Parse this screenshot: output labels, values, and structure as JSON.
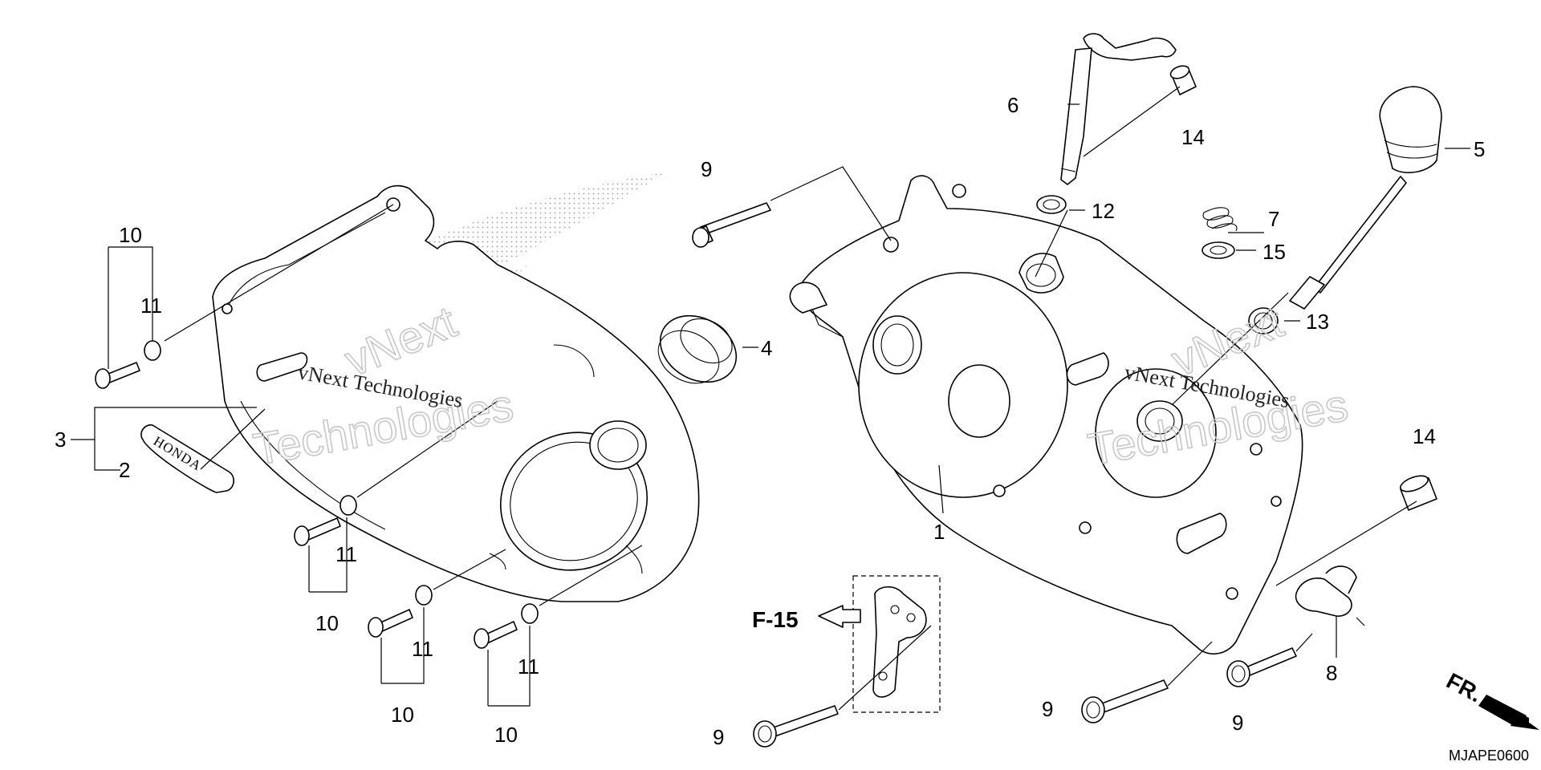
{
  "diagram": {
    "code": "MJAPE0600",
    "reference_label": "F-15",
    "direction_label": "FR.",
    "brand_emblem": "HONDA",
    "watermark": {
      "brand_line1": "vNext",
      "brand_line2": "Technologies",
      "caption": "vNext Technologies"
    },
    "callouts": [
      {
        "id": "c1",
        "text": "1"
      },
      {
        "id": "c2",
        "text": "2"
      },
      {
        "id": "c3",
        "text": "3"
      },
      {
        "id": "c4",
        "text": "4"
      },
      {
        "id": "c5",
        "text": "5"
      },
      {
        "id": "c6",
        "text": "6"
      },
      {
        "id": "c7",
        "text": "7"
      },
      {
        "id": "c8",
        "text": "8"
      },
      {
        "id": "c9a",
        "text": "9"
      },
      {
        "id": "c9b",
        "text": "9"
      },
      {
        "id": "c9c",
        "text": "9"
      },
      {
        "id": "c9d",
        "text": "9"
      },
      {
        "id": "c10a",
        "text": "10"
      },
      {
        "id": "c10b",
        "text": "10"
      },
      {
        "id": "c10c",
        "text": "10"
      },
      {
        "id": "c10d",
        "text": "10"
      },
      {
        "id": "c11a",
        "text": "11"
      },
      {
        "id": "c11b",
        "text": "11"
      },
      {
        "id": "c11c",
        "text": "11"
      },
      {
        "id": "c11d",
        "text": "11"
      },
      {
        "id": "c12",
        "text": "12"
      },
      {
        "id": "c13",
        "text": "13"
      },
      {
        "id": "c14a",
        "text": "14"
      },
      {
        "id": "c14b",
        "text": "14"
      },
      {
        "id": "c15",
        "text": "15"
      }
    ]
  }
}
